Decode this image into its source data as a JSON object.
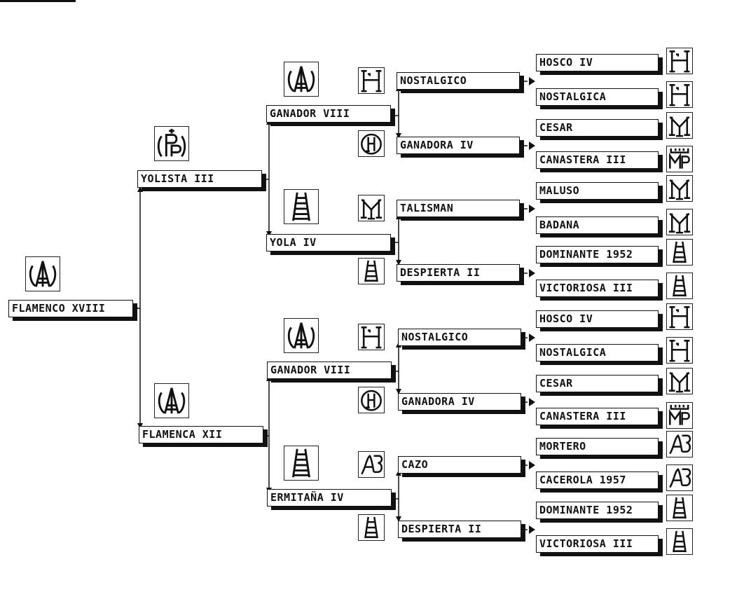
{
  "pedigree": {
    "subject": "FLAMENCO XVIII",
    "parents": {
      "sire": "YOLISTA III",
      "dam": "FLAMENCA XII"
    },
    "grandparents": {
      "sire_sire": "GANADOR VIII",
      "sire_dam": "YOLA IV",
      "dam_sire": "GANADOR VIII",
      "dam_dam": "ERMITAÑA IV"
    },
    "great_grandparents": [
      "NOSTALGICO",
      "GANADORA IV",
      "TALISMAN",
      "DESPIERTA II",
      "NOSTALGICO",
      "GANADORA IV",
      "CAZO",
      "DESPIERTA II"
    ],
    "great_great_grandparents": [
      "HOSCO IV",
      "NOSTALGICA",
      "CESAR",
      "CANASTERA III",
      "MALUSO",
      "BADANA",
      "DOMINANTE 1952",
      "VICTORIOSA III",
      "HOSCO IV",
      "NOSTALGICA",
      "CESAR",
      "CANASTERA III",
      "MORTERO",
      "CACEROLA 1957",
      "DOMINANTE 1952",
      "VICTORIOSA III"
    ]
  },
  "brand_icons": {
    "circle_a": "circle-a-brand-icon",
    "pp": "pp-brand-icon",
    "ladder": "ladder-brand-icon",
    "h": "h-brand-icon",
    "circle_h": "circle-h-brand-icon",
    "my": "my-brand-icon",
    "mp": "mp-brand-icon",
    "ab": "ab-brand-icon"
  },
  "colors": {
    "ink": "#111111",
    "paper": "#ffffff"
  }
}
